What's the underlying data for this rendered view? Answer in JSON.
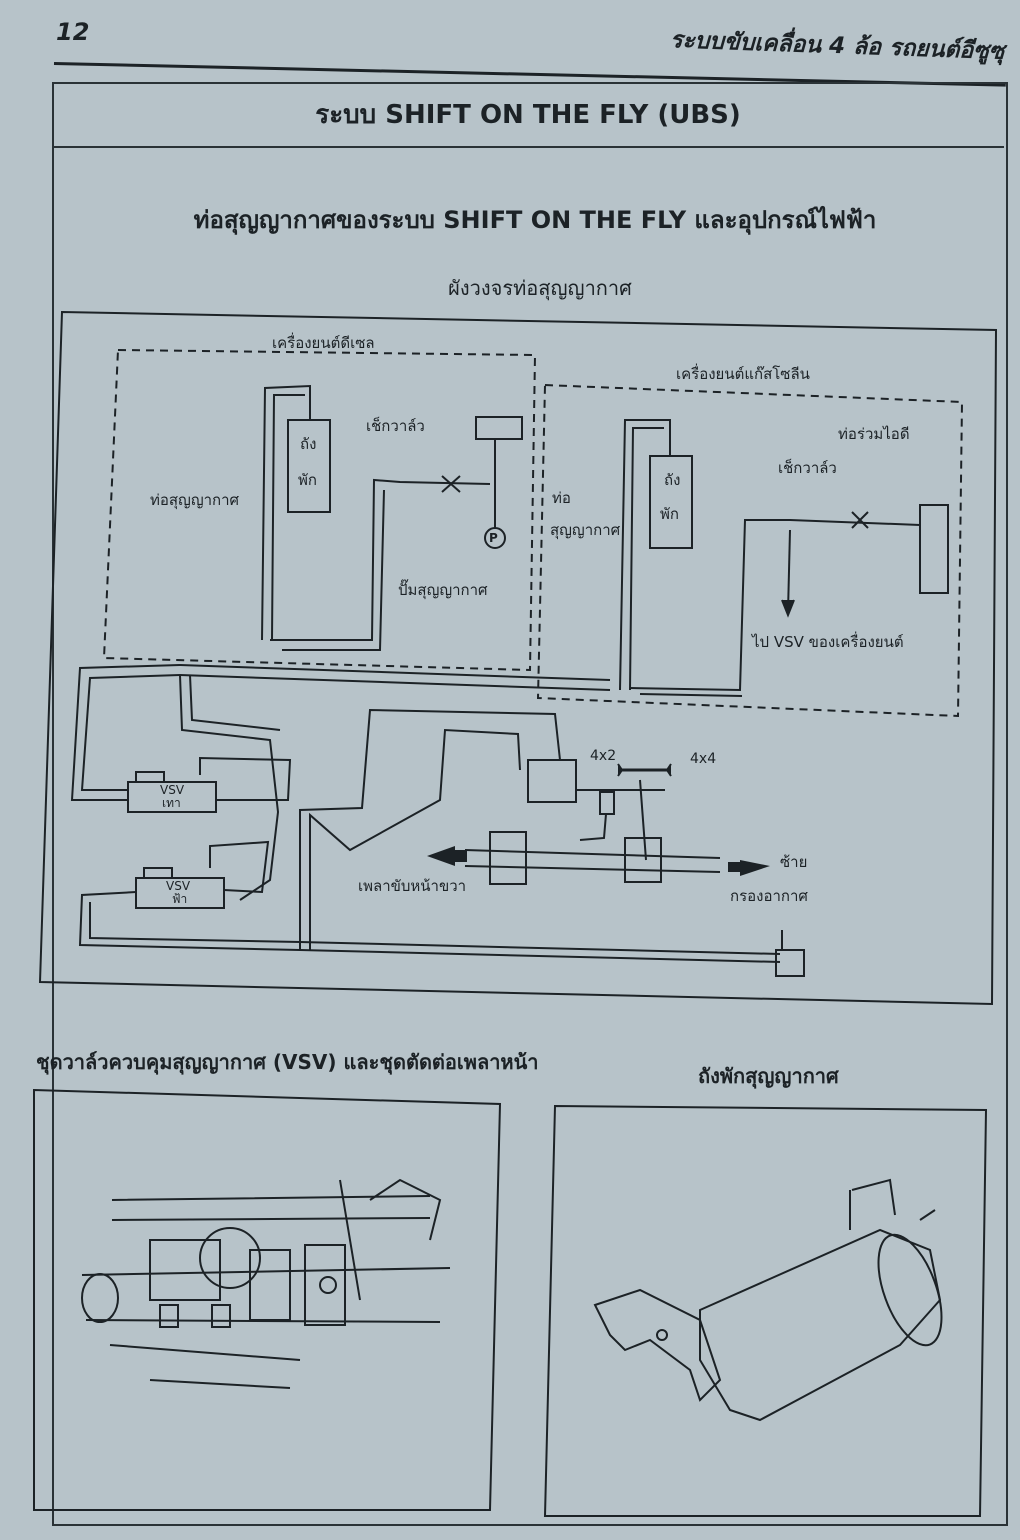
{
  "header": {
    "page_number": "12",
    "running_head": "ระบบขับเคลื่อน 4 ล้อ รถยนต์อีซูซุ"
  },
  "banner": {
    "title": "ระบบ SHIFT ON THE FLY (UBS)"
  },
  "section": {
    "title": "ท่อสุญญากาศของระบบ SHIFT ON THE FLY และอุปกรณ์ไฟฟ้า",
    "diagram_title": "ผังวงจรท่อสุญญากาศ"
  },
  "diagram": {
    "diesel_engine": "เครื่องยนต์ดีเซล",
    "gasoline_engine": "เครื่องยนต์แก๊สโซลีน",
    "tank_diesel": [
      "ถัง",
      "พัก"
    ],
    "tank_gasoline": [
      "ถัง",
      "พัก"
    ],
    "vacuum_hose_diesel": "ท่อสุญญากาศ",
    "vacuum_hose_gasoline": [
      "ท่อ",
      "สุญญากาศ"
    ],
    "check_valve_diesel": "เช็กวาล์ว",
    "check_valve_gasoline": "เช็กวาล์ว",
    "vacuum_pump": "ปั๊มสุญญากาศ",
    "pump_symbol": "P",
    "intake_manifold": "ท่อร่วมไอดี",
    "to_engine_vsv": "ไป VSV ของเครื่องยนต์",
    "vsv_gray": [
      "VSV",
      "เทา"
    ],
    "vsv_blue": [
      "VSV",
      "ฟ้า"
    ],
    "mode_4x2": "4x2",
    "mode_4x4": "4x4",
    "front_right_shaft": "เพลาขับหน้าขวา",
    "left": "ซ้าย",
    "air_filter": "กรองอากาศ"
  },
  "figures": {
    "left_caption": "ชุดวาล์วควบคุมสุญญากาศ (VSV) และชุดตัดต่อเพลาหน้า",
    "right_caption": "ถังพักสุญญากาศ"
  }
}
